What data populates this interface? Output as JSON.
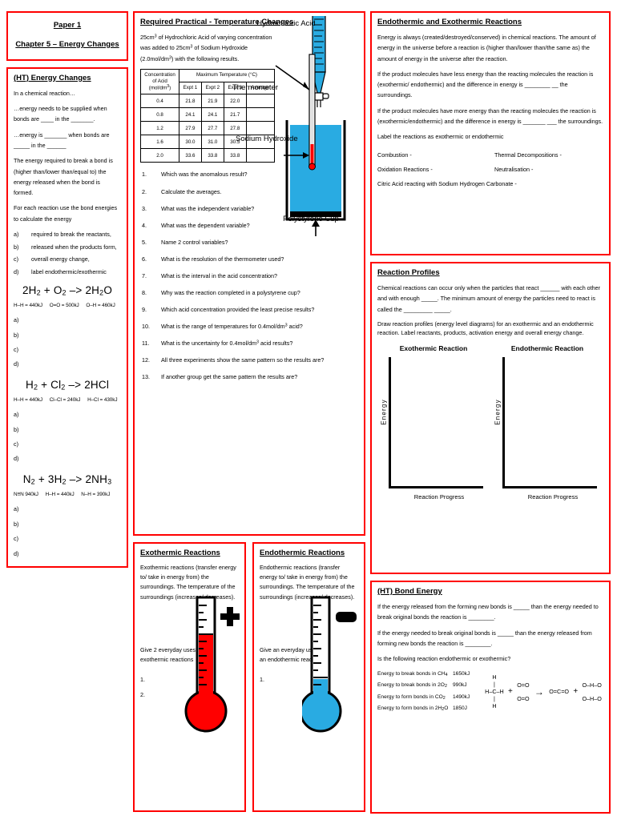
{
  "header": {
    "paper": "Paper 1",
    "chapter": "Chapter 5 – Energy Changes"
  },
  "energy_changes": {
    "title": "(HT) Energy Changes",
    "p1": "In a chemical reaction…",
    "p2": "…energy needs to be supplied when bonds are ____ in the _______.",
    "p3": "…energy is _______ when bonds are _____ in the ______",
    "p4": "The energy required to break a bond is (higher than/lower than/equal to) the energy released when the bond is formed.",
    "p5": "For each reaction use the bond energies to calculate the energy",
    "items": [
      {
        "letter": "a)",
        "text": "required to break the reactants,"
      },
      {
        "letter": "b)",
        "text": "released when the products form,"
      },
      {
        "letter": "c)",
        "text": "overall energy change,"
      },
      {
        "letter": "d)",
        "text": "label endothermic/exothermic"
      }
    ],
    "answer_letters": [
      "a)",
      "b)",
      "c)",
      "d)"
    ],
    "reactions": [
      {
        "equation_html": "2H<sub>2</sub> + O<sub>2</sub> &ndash;&gt; 2H<sub>2</sub>O",
        "bond_energies": [
          "H–H = 440kJ",
          "O=O = 500kJ",
          "O–H = 460kJ"
        ]
      },
      {
        "equation_html": "H<sub>2</sub> + Cl<sub>2</sub> &ndash;&gt; 2HCl",
        "bond_energies": [
          "H–H = 440kJ",
          "Cl–Cl = 240kJ",
          "H–Cl = 430kJ"
        ]
      },
      {
        "equation_html": "N<sub>2</sub> + 3H<sub>2</sub> &ndash;&gt; 2NH<sub>3</sub>",
        "bond_energies": [
          "N≡N 940kJ",
          "H–H = 440kJ",
          "N–H = 390kJ"
        ]
      }
    ]
  },
  "required_practical": {
    "title": "Required Practical - Temperature Changes",
    "intro_html": "25cm<sup>3</sup> of Hydrochloric Acid of varying concentration was added to 25cm<sup>3</sup> of Sodium Hydroxide (2.0mol/dm<sup>3</sup>) with the following results.",
    "table": {
      "col_header_1_html": "Concentration of Acid (mol/dm<sup>3</sup>)",
      "col_header_group_html": "Maximum Temperature (&deg;C)",
      "sub_headers": [
        "Expt 1",
        "Expt 2",
        "Expt 3",
        "Average"
      ],
      "rows": [
        {
          "conc": "0.4",
          "e1": "21.8",
          "e2": "21.9",
          "e3": "22.0",
          "avg": ""
        },
        {
          "conc": "0.8",
          "e1": "24.1",
          "e2": "24.1",
          "e3": "21.7",
          "avg": ""
        },
        {
          "conc": "1.2",
          "e1": "27.9",
          "e2": "27.7",
          "e3": "27.8",
          "avg": ""
        },
        {
          "conc": "1.6",
          "e1": "30.0",
          "e2": "31.0",
          "e3": "30.5",
          "avg": ""
        },
        {
          "conc": "2.0",
          "e1": "33.6",
          "e2": "33.8",
          "e3": "33.8",
          "avg": ""
        }
      ]
    },
    "diagram": {
      "label_acid": "Hydrochloric Acid",
      "label_thermometer": "Thermometer",
      "label_base": "Sodium Hydroxide",
      "label_cup": "Polystyrene Cup",
      "liquid_color": "#29ABE2"
    },
    "questions": [
      "Which was the anomalous result?",
      "Calculate the averages.",
      "What was the independent variable?",
      "What was the dependent variable?",
      "Name 2 control variables?",
      "What is the resolution of the thermometer used?",
      "What is the interval in the acid concentration?",
      "Why was the reaction completed in a polystyrene cup?",
      "Which acid concentration provided the least precise results?",
      "What is the range of temperatures for 0.4mol/dm<sup>3</sup> acid?",
      "What is the uncertainty for 0.4mol/dm<sup>3</sup> acid results?",
      "All three experiments show the same pattern so the results are?",
      "If another group get the same pattern the results are?"
    ]
  },
  "exothermic": {
    "title": "Exothermic Reactions",
    "body": "Exothermic reactions (transfer energy to/ take in energy from) the surroundings. The temperature of the surroundings (increases/ decreases).",
    "prompt": "Give 2 everyday uses of exothermic reactions",
    "answer_lines": [
      "1.",
      "2."
    ],
    "color": "#FF0000",
    "sign": "plus-icon"
  },
  "endothermic": {
    "title": "Endothermic Reactions",
    "body": "Endothermic reactions (transfer energy to/ take in energy from) the surroundings. The temperature of the surroundings (increases/ decreases).",
    "prompt": "Give an everyday use of an endothermic reac-tion",
    "answer_lines": [
      "1."
    ],
    "color": "#29ABE2",
    "sign": "minus-icon"
  },
  "endo_exo": {
    "title": "Endothermic and Exothermic Reactions",
    "p1": "Energy is always (created/destroyed/conserved) in chemical reactions. The amount of energy in the universe before a reaction is (higher than/lower than/the same as) the amount of energy in the universe after the reaction.",
    "p2": "If the product molecules have less energy than the reacting molecules the reaction is (exothermic/ endothermic) and the difference in energy is ________  __ the surroundings.",
    "p3": "If the product molecules have more energy than the reacting molecules the reaction is (exothermic/endothermic) and the difference in energy is _______ ___ the surroundings.",
    "p4": "Label the reactions as exothermic or endothermic",
    "labels_left": [
      "Combustion -",
      "Oxidation Reactions -",
      "Citric Acid reacting with Sodium Hydrogen Carbonate -"
    ],
    "labels_right": [
      "Thermal Decompositions -",
      "Neutralisation -"
    ]
  },
  "reaction_profiles": {
    "title": "Reaction Profiles",
    "p1": "Chemical reactions can occur only when the particles that react ______ with each other and with enough _____. The minimum amount of energy the particles need to react is called the _________ _____.",
    "p2": "Draw reaction profiles (energy level diagrams) for an exothermic and an endothermic reaction. Label reactants, products, activation energy and overall energy change.",
    "graphs": [
      {
        "title": "Exothermic Reaction",
        "ylabel": "Energy",
        "xlabel": "Reaction Progress"
      },
      {
        "title": "Endothermic Reaction",
        "ylabel": "Energy",
        "xlabel": "Reaction Progress"
      }
    ]
  },
  "bond_energy": {
    "title": "(HT) Bond Energy",
    "p1": "If the energy released from the forming new bonds is _____ than the energy needed to break original bonds the reaction is ________.",
    "p2": "If the energy needed to break original bonds is _____ than the energy released from forming new bonds the reaction is ________.",
    "p3": "Is the following reaction endothermic or exothermic?",
    "values": [
      {
        "label_html": "Energy to break bonds in CH<sub>4</sub>",
        "value": "1650kJ"
      },
      {
        "label_html": "Energy to break bonds in 2O<sub>2</sub>",
        "value": "990kJ"
      },
      {
        "label_html": "Energy to form bonds in CO<sub>2</sub>",
        "value": "1490kJ"
      },
      {
        "label_html": "Energy to form bonds in 2H<sub>2</sub>O",
        "value": "1850J"
      }
    ],
    "molecular_equation": {
      "methane": [
        "H",
        "|",
        "H–C–H",
        "|",
        "H"
      ],
      "oxygen": [
        "O=O",
        "O=O"
      ],
      "arrow": "→",
      "carbon_dioxide": "O=C=O",
      "water": [
        "O–H–O",
        "O–H–O"
      ],
      "plus": "+"
    }
  }
}
